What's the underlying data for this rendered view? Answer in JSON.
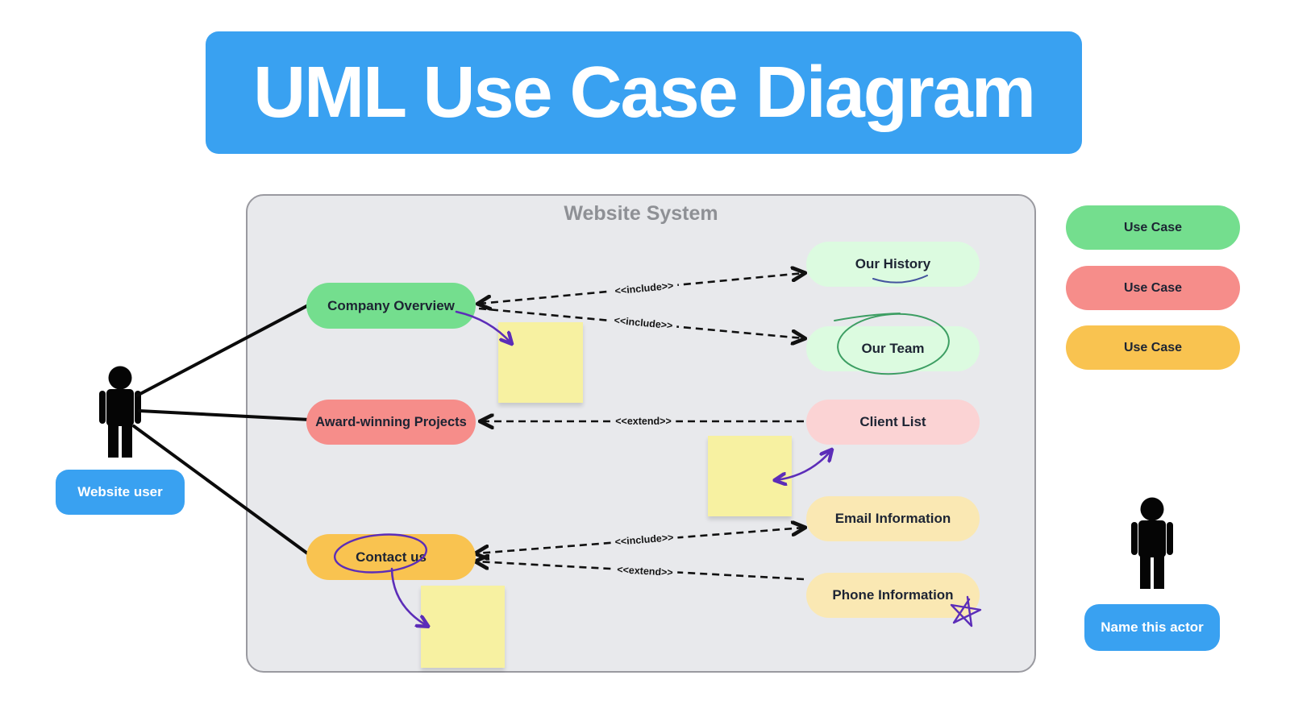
{
  "title": {
    "text": "UML Use Case Diagram",
    "background": "#39A1F1"
  },
  "system": {
    "label": "Website System",
    "fill": "#E8E9EC",
    "border": "#9A9AA0"
  },
  "actors": {
    "website_user": {
      "label": "Website user",
      "badge_color": "#39A1F1"
    },
    "unnamed_actor": {
      "label": "Name this actor",
      "badge_color": "#39A1F1"
    }
  },
  "use_cases": {
    "company_overview": {
      "label": "Company Overview",
      "color": "#74DE8E"
    },
    "award_winning_projects": {
      "label": "Award-winning Projects",
      "color": "#F68D8A"
    },
    "contact_us": {
      "label": "Contact us",
      "color": "#F9C350"
    },
    "our_history": {
      "label": "Our History",
      "color": "#DCFBE0"
    },
    "our_team": {
      "label": "Our Team",
      "color": "#DCFBE0"
    },
    "client_list": {
      "label": "Client List",
      "color": "#FBD3D4"
    },
    "email_information": {
      "label": "Email Information",
      "color": "#FAE8B3"
    },
    "phone_information": {
      "label": "Phone Information",
      "color": "#FAE8B3"
    }
  },
  "connectors": [
    {
      "label": "<<include>>",
      "type": "include",
      "from": "Company Overview",
      "to": "Our History"
    },
    {
      "label": "<<include>>",
      "type": "include",
      "from": "Company Overview",
      "to": "Our Team"
    },
    {
      "label": "<<extend>>",
      "type": "extend",
      "from": "Client List",
      "to": "Award-winning Projects"
    },
    {
      "label": "<<include>>",
      "type": "include",
      "from": "Contact us",
      "to": "Email Information"
    },
    {
      "label": "<<extend>>",
      "type": "extend",
      "from": "Phone Information",
      "to": "Contact us"
    }
  ],
  "legend": {
    "items": [
      {
        "label": "Use Case",
        "color": "#74DE8E"
      },
      {
        "label": "Use Case",
        "color": "#F68D8A"
      },
      {
        "label": "Use Case",
        "color": "#F9C350"
      }
    ]
  },
  "annotations": {
    "purple_color": "#5C2DB8",
    "green_color": "#3D9E63",
    "navy_color": "#44549E",
    "sticky_note_color": "#F7F1A1",
    "items": [
      "hand-drawn-arrow-company-overview-to-note",
      "hand-drawn-double-arrow-note-to-client-list",
      "hand-drawn-circle-contact-us",
      "hand-drawn-arrow-contact-us-to-note",
      "hand-drawn-star-phone-information",
      "hand-drawn-circle-our-team",
      "hand-drawn-underline-our-history"
    ]
  }
}
